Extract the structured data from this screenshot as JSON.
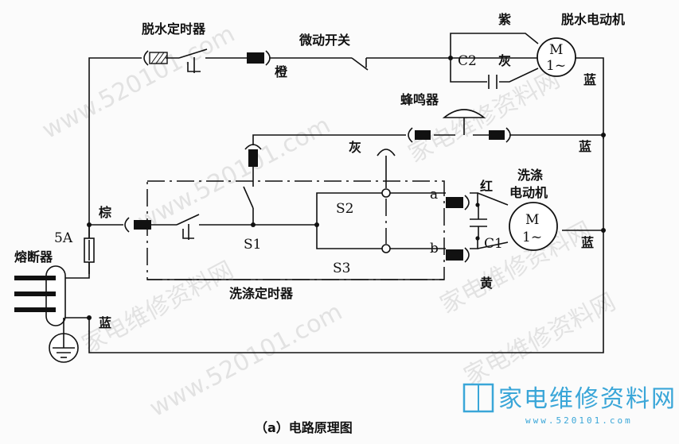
{
  "labels": {
    "dehydration_timer": "脱水定时器",
    "micro_switch": "微动开关",
    "purple": "紫",
    "dehydration_motor": "脱水电动机",
    "c2": "C2",
    "gray_top": "灰",
    "orange": "橙",
    "blue_1": "蓝",
    "buzzer": "蜂鸣器",
    "blue_2": "蓝",
    "gray_mid": "灰",
    "wash_motor_1": "洗涤",
    "wash_motor_2": "电动机",
    "red": "红",
    "brown": "棕",
    "s2": "S2",
    "a": "a",
    "fuse_rating": "5A",
    "fuse": "熔断器",
    "s1": "S1",
    "b": "b",
    "c1": "C1",
    "blue_3": "蓝",
    "s3": "S3",
    "yellow": "黄",
    "wash_timer": "洗涤定时器",
    "blue_4": "蓝",
    "motor_m": "M",
    "motor_ac": "1~",
    "caption": "（a）电路原理图"
  },
  "watermarks": {
    "url": "www.520101.com",
    "site": "家电维修资料网"
  },
  "logo": {
    "text": "家电维修资料网",
    "sub": "www.520101.com"
  }
}
